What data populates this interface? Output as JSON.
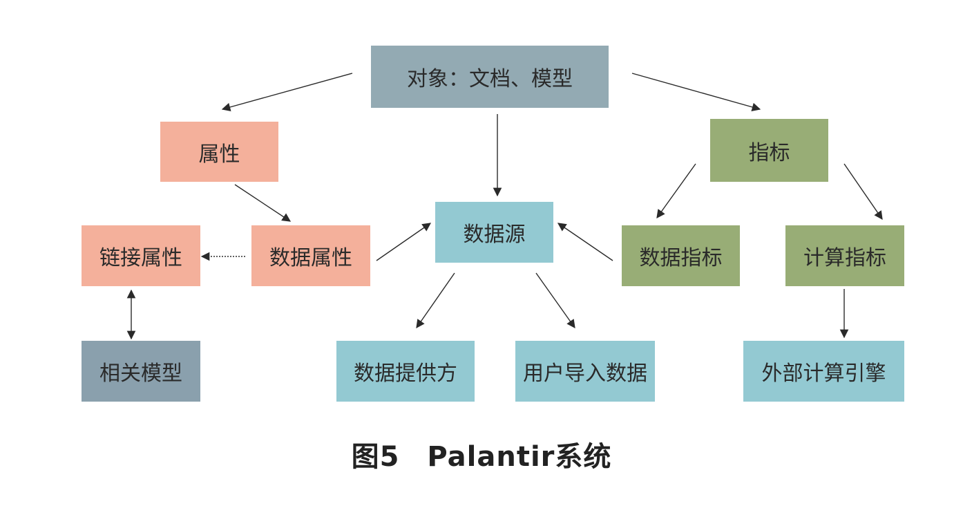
{
  "colors": {
    "object": "#93aab3",
    "salmon": "#f4b09b",
    "green": "#98ad76",
    "teal": "#93c9d2",
    "slate": "#8aa0ad",
    "arrow": "#2a2a2a"
  },
  "nodes": {
    "object": "对象：文档、模型",
    "attribute": "属性",
    "metric": "指标",
    "link_attr": "链接属性",
    "data_attr": "数据属性",
    "data_source": "数据源",
    "data_metric": "数据指标",
    "calc_metric": "计算指标",
    "related_model": "相关模型",
    "data_provider": "数据提供方",
    "user_import": "用户导入数据",
    "ext_engine": "外部计算引擎"
  },
  "caption": {
    "figure": "图5",
    "title": "Palantir系统"
  }
}
